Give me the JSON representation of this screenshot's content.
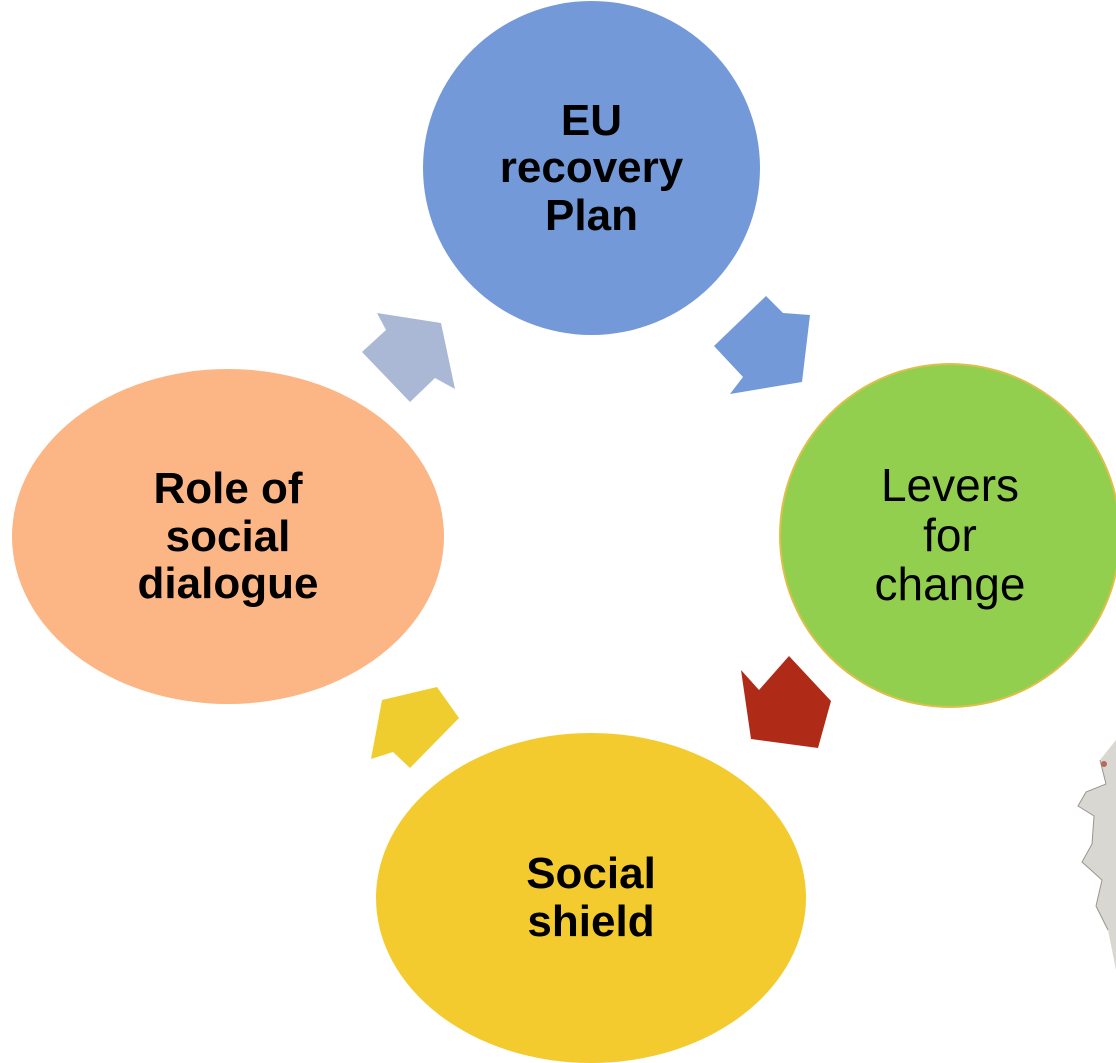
{
  "nodes": {
    "eu_recovery_plan": {
      "label": "EU\nrecovery\nPlan",
      "color": "#7499d9"
    },
    "levers_for_change": {
      "label": "Levers\nfor\nchange",
      "color": "#93cf4e"
    },
    "social_shield": {
      "label": "Social\nshield",
      "color": "#f3cb2f"
    },
    "role_of_social_dialogue": {
      "label": "Role of\nsocial\ndialogue",
      "color": "#fcb584"
    }
  },
  "arrows": {
    "eu_to_levers": {
      "color": "#7499d9"
    },
    "levers_to_social": {
      "color": "#b02a18"
    },
    "social_to_role": {
      "color": "#f0cd2f"
    },
    "role_to_eu": {
      "color": "#aab8d6"
    }
  }
}
